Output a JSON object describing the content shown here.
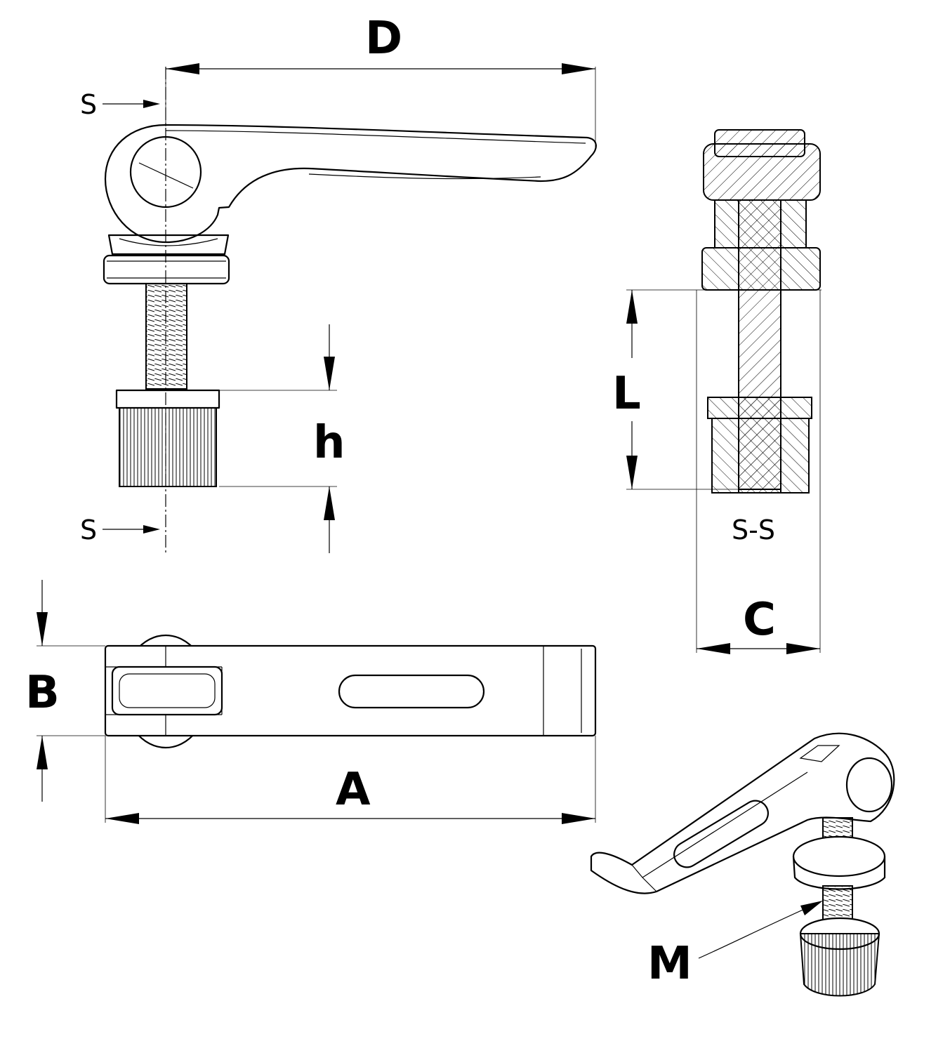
{
  "labels": {
    "A": "A",
    "B": "B",
    "C": "C",
    "D": "D",
    "h": "h",
    "L": "L",
    "M": "M",
    "section_mark_top": "S",
    "section_mark_bottom": "S",
    "section_title": "S-S"
  },
  "colors": {
    "line": "#000000",
    "background": "#ffffff"
  }
}
